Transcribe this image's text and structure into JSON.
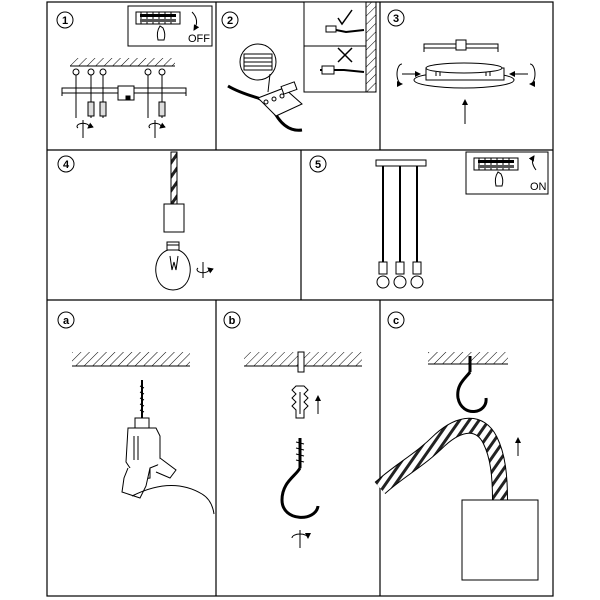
{
  "panels": {
    "p1": {
      "number": "1",
      "switch_label": "OFF"
    },
    "p2": {
      "number": "2"
    },
    "p3": {
      "number": "3"
    },
    "p4": {
      "number": "4"
    },
    "p5": {
      "number": "5",
      "switch_label": "ON"
    },
    "pa": {
      "letter": "a"
    },
    "pb": {
      "letter": "b"
    },
    "pc": {
      "letter": "c"
    }
  },
  "icons": {
    "switch": "wall-switch-icon",
    "rotate": "rotate-arrow-icon",
    "check": "check-mark-icon",
    "cross": "cross-mark-icon",
    "drill": "electric-drill-icon",
    "hook": "ceiling-hook-icon",
    "anchor": "wall-plug-icon",
    "bulb": "light-bulb-icon"
  }
}
